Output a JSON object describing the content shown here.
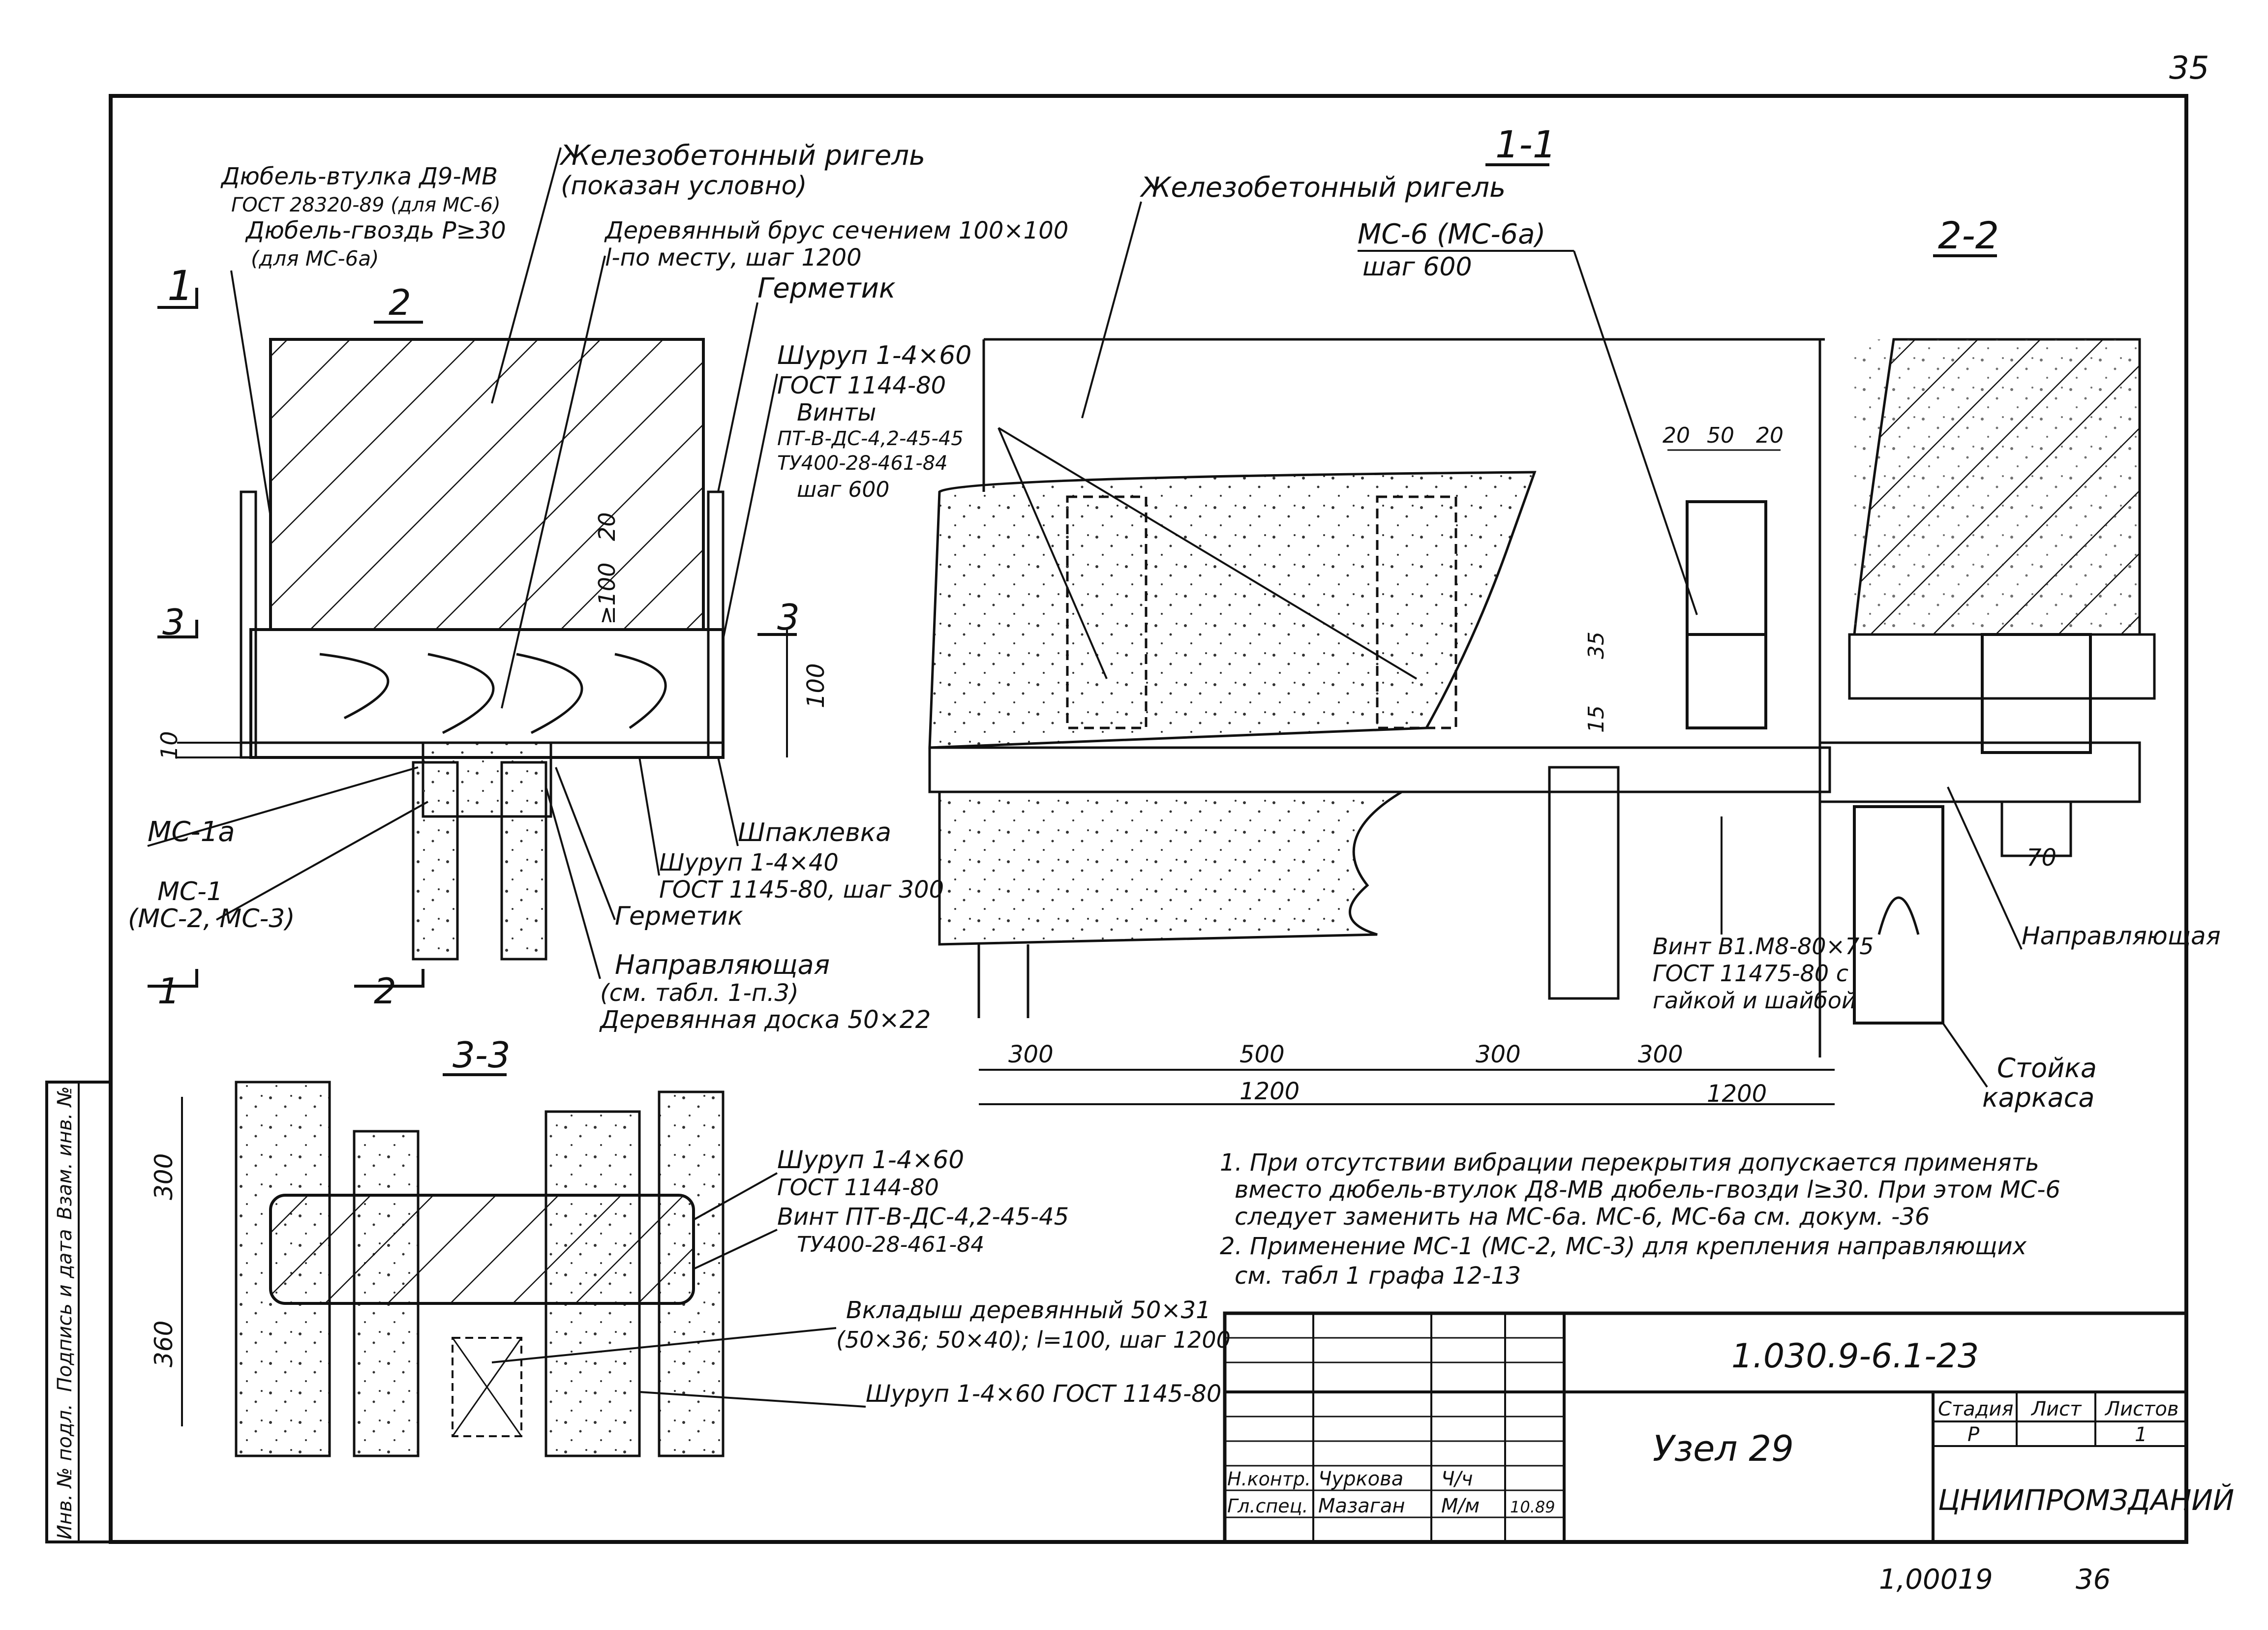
{
  "page": {
    "number": "35",
    "sheet_code": "1.030.9-6.1-23",
    "bottom_ref": "1,00019",
    "bottom_page": "36"
  },
  "section_labels": {
    "s11": "1-1",
    "s22": "2-2",
    "s33": "3-3",
    "cut1": "1",
    "cut2": "2",
    "cut3": "3"
  },
  "left_section": {
    "callout_dowel": [
      "Дюбель-втулка Д9-МВ",
      "ГОСТ 28320-89 (для МС-6)",
      "Дюбель-гвоздь Р≥30",
      "(для МС-6а)"
    ],
    "callout_beam": [
      "Железобетонный ригель",
      "(показан условно)"
    ],
    "callout_bar": [
      "Деревянный брус сечением 100×100",
      "l-по месту, шаг 1200"
    ],
    "callout_sealant_top": "Герметик",
    "callout_screw_top": [
      "Шуруп 1-4×60",
      "ГОСТ 1144-80",
      "Винты",
      "ПТ-В-ДС-4,2-45-45",
      "ТУ400-28-461-84",
      "шаг 600"
    ],
    "dim_100": "100",
    "dim_20": "20",
    "dim_ge100": "≥100",
    "dim_10": "10",
    "label_mc1a": "МС-1а",
    "label_mc1": [
      "МС-1",
      "(МС-2, МС-3)"
    ],
    "callout_putty": "Шпаклевка",
    "callout_screw_low": [
      "Шуруп 1-4×40",
      "ГОСТ 1145-80, шаг 300"
    ],
    "callout_sealant_low": "Герметик",
    "callout_guide": [
      "Направляющая",
      "(см. табл. 1-п.3)",
      "Деревянная доска 50×22"
    ]
  },
  "section_11": {
    "beam_label": "Железобетонный ригель",
    "mc_label": [
      "МС-6 (МС-6а)",
      "шаг 600"
    ],
    "dims_top": [
      "20",
      "50",
      "20"
    ],
    "dims_side": [
      "35",
      "15"
    ],
    "bolt_callout": [
      "Винт В1.М8-80×75",
      "ГОСТ 11475-80 с",
      "гайкой и шайбой"
    ],
    "dims_bottom": [
      "300",
      "500",
      "300",
      "300"
    ],
    "dims_total": [
      "1200",
      "1200"
    ]
  },
  "section_22": {
    "dim_70": "70",
    "guide_label": "Направляющая",
    "post_label": [
      "Стойка",
      "каркаса"
    ]
  },
  "section_33": {
    "dim_300": "300",
    "dim_360": "360",
    "screw_callout": [
      "Шуруп 1-4×60",
      "ГОСТ 1144-80",
      "Винт ПТ-В-ДС-4,2-45-45",
      "ТУ400-28-461-84"
    ],
    "insert_callout": [
      "Вкладыш деревянный 50×31",
      "(50×36; 50×40); l=100, шаг 1200"
    ],
    "screw2_callout": "Шуруп 1-4×60 ГОСТ 1145-80"
  },
  "notes": [
    "1. При отсутствии вибрации перекрытия допускается применять",
    "вместо дюбель-втулок Д8-МВ дюбель-гвозди l≥30. При этом МС-6",
    "следует заменить на МС-6а. МС-6, МС-6а см. докум. -36",
    "2. Применение МС-1 (МС-2, МС-3) для крепления направляющих",
    "см. табл 1 графа 12-13"
  ],
  "title_block": {
    "code": "1.030.9-6.1-23",
    "title": "Узел 29",
    "stage_h": "Стадия",
    "sheet_h": "Лист",
    "sheets_h": "Листов",
    "stage_v": "Р",
    "sheets_v": "1",
    "org": "ЦНИИПРОМЗДАНИЙ",
    "rows": [
      {
        "role": "Н.контр.",
        "name": "Чуркова",
        "sign": "Ч/ч",
        "date": ""
      },
      {
        "role": "Гл.спец.",
        "name": "Мазаган",
        "sign": "М/м",
        "date": "10.89"
      }
    ]
  },
  "side_stamp": [
    "Инв. № подл.",
    "Подпись и дата",
    "Взам. инв. №"
  ]
}
